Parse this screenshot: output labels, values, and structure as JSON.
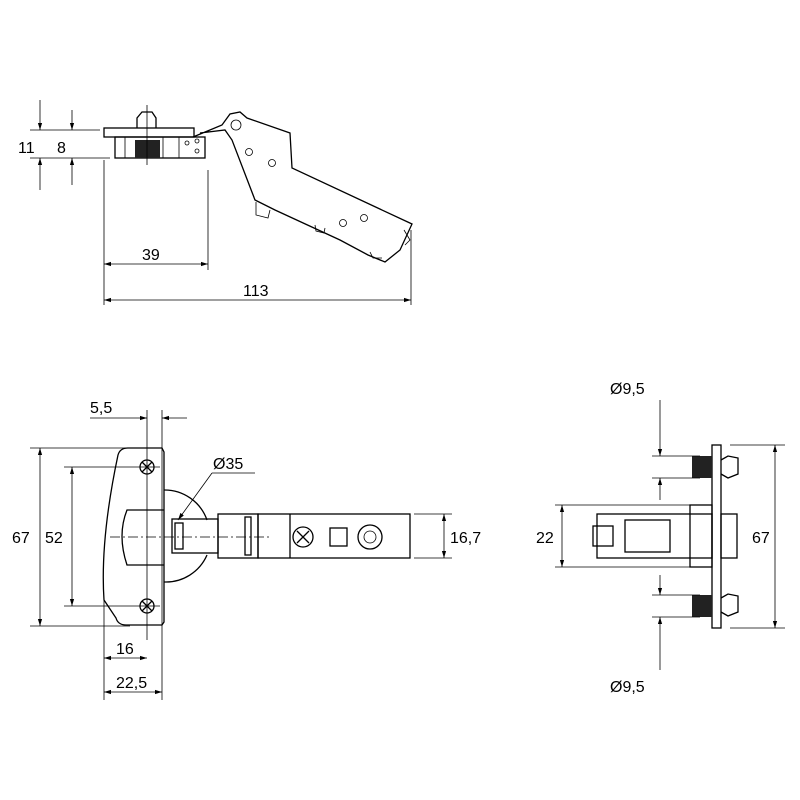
{
  "drawing": {
    "top_view": {
      "dim_height_total": "11",
      "dim_plate": "8",
      "dim_39": "39",
      "dim_overall": "113"
    },
    "front_view": {
      "dim_offset": "5,5",
      "dim_cup": "Ø35",
      "dim_height": "67",
      "dim_screw_spacing": "52",
      "dim_16": "16",
      "dim_22_5": "22,5",
      "dim_arm": "16,7"
    },
    "side_view": {
      "dim_dowel_top": "Ø9,5",
      "dim_22": "22",
      "dim_height": "67",
      "dim_dowel_bottom": "Ø9,5"
    }
  }
}
